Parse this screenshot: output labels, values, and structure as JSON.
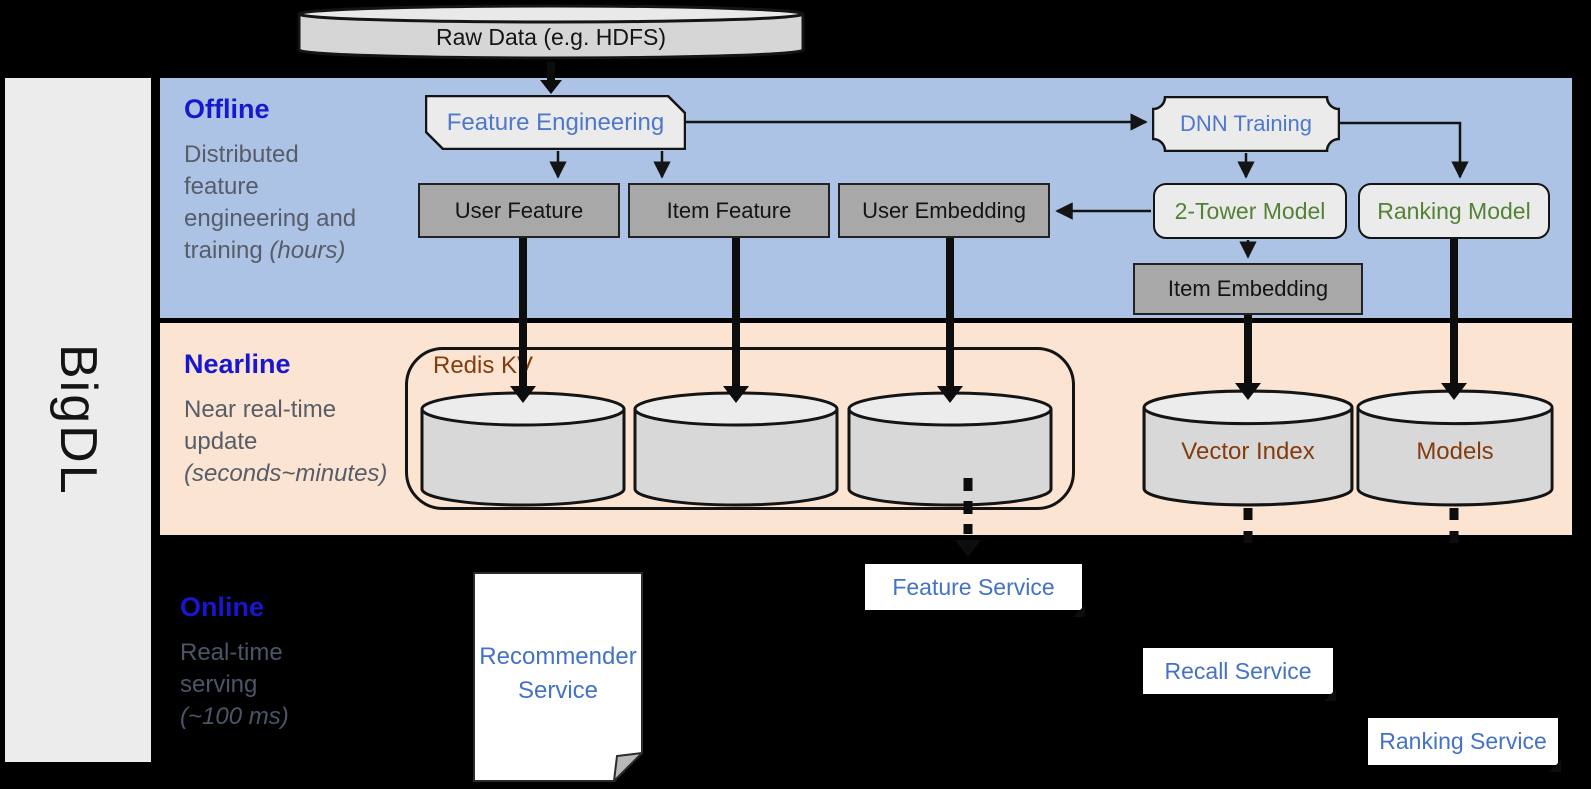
{
  "brand": {
    "label": "BigDL"
  },
  "raw_data": {
    "label": "Raw Data (e.g. HDFS)"
  },
  "lanes": {
    "offline": {
      "title": "Offline",
      "desc_l1": "Distributed",
      "desc_l2": "feature",
      "desc_l3": "engineering and",
      "desc_l4": "training",
      "desc_em": "(hours)"
    },
    "nearline": {
      "title": "Nearline",
      "desc_l1": "Near real-time",
      "desc_l2": "update",
      "desc_em": "(seconds~minutes)"
    },
    "online": {
      "title": "Online",
      "desc_l1": "Real-time",
      "desc_l2": "serving",
      "desc_em": "(~100 ms)"
    }
  },
  "nodes": {
    "feature_engineering": {
      "label": "Feature Engineering"
    },
    "dnn_training": {
      "label": "DNN Training"
    },
    "user_feature": {
      "label": "User Feature"
    },
    "item_feature": {
      "label": "Item Feature"
    },
    "user_embedding": {
      "label": "User Embedding"
    },
    "two_tower_model": {
      "label": "2-Tower Model"
    },
    "ranking_model": {
      "label": "Ranking Model"
    },
    "item_embedding": {
      "label": "Item Embedding"
    },
    "redis_kv": {
      "label": "Redis KV"
    },
    "vector_index": {
      "label": "Vector Index"
    },
    "models": {
      "label": "Models"
    },
    "recommender_service": {
      "label": "Recommender Service"
    },
    "feature_service": {
      "label": "Feature Service"
    },
    "recall_service": {
      "label": "Recall Service"
    },
    "ranking_service": {
      "label": "Ranking Service"
    }
  },
  "colors": {
    "heading_blue": "#1717cf",
    "node_label_blue": "#4f78cc",
    "service_label_blue": "#4472c4",
    "model_green": "#548235",
    "storage_brown": "#843c0c",
    "offline_band_bg": "#adc3e6",
    "nearline_band_bg": "#fbe4d2",
    "gray_box_bg": "#a8a8a8",
    "light_shape_bg": "#ebebeb",
    "background": "#000000"
  }
}
